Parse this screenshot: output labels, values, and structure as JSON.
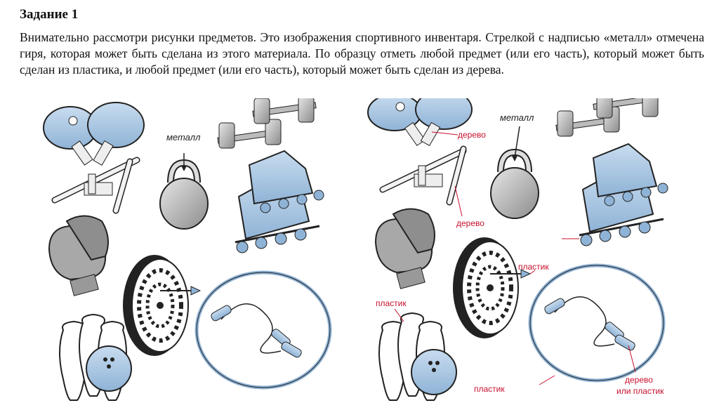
{
  "task": {
    "title": "Задание 1",
    "text": "Внимательно рассмотри рисунки предметов. Это изображения спортивного инвентаря. Стрелкой с надписью «металл» отмечена гиря, которая может быть сделана из этого материала. По образцу отметь любой предмет (или его часть), который может быть сделан из пластика, и любой предмет (или его часть), который может быть сделан из дерева."
  },
  "left_panel": {
    "labels": {
      "metal": "металл"
    }
  },
  "right_panel": {
    "labels": {
      "metal": "металл",
      "wood_paddle": "дерево",
      "wood_stick": "дерево",
      "plastic_darts": "пластик",
      "plastic_pins": "пластик",
      "plastic_hoop": "пластик",
      "wood_or_plastic_line1": "дерево",
      "wood_or_plastic_line2": "или пластик"
    }
  },
  "colors": {
    "label_red": "#c8102e",
    "equipment_blue": "#a9c7e4",
    "metal_gray": "#b5b5b5"
  }
}
